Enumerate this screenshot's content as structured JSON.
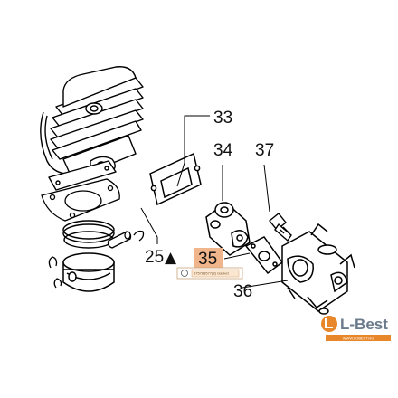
{
  "diagram": {
    "callouts": {
      "c33": "33",
      "c34": "34",
      "c37": "37",
      "c25": "25",
      "c35": "35",
      "c36": "36"
    },
    "marker_25": "▲",
    "highlight_color": "#f0b58a",
    "tooltip_text": "575788577(8) Gasket"
  },
  "brand": {
    "logo_text": "L-Best",
    "url": "WWW.LOBEST.HU",
    "accent": "#e8862a"
  }
}
